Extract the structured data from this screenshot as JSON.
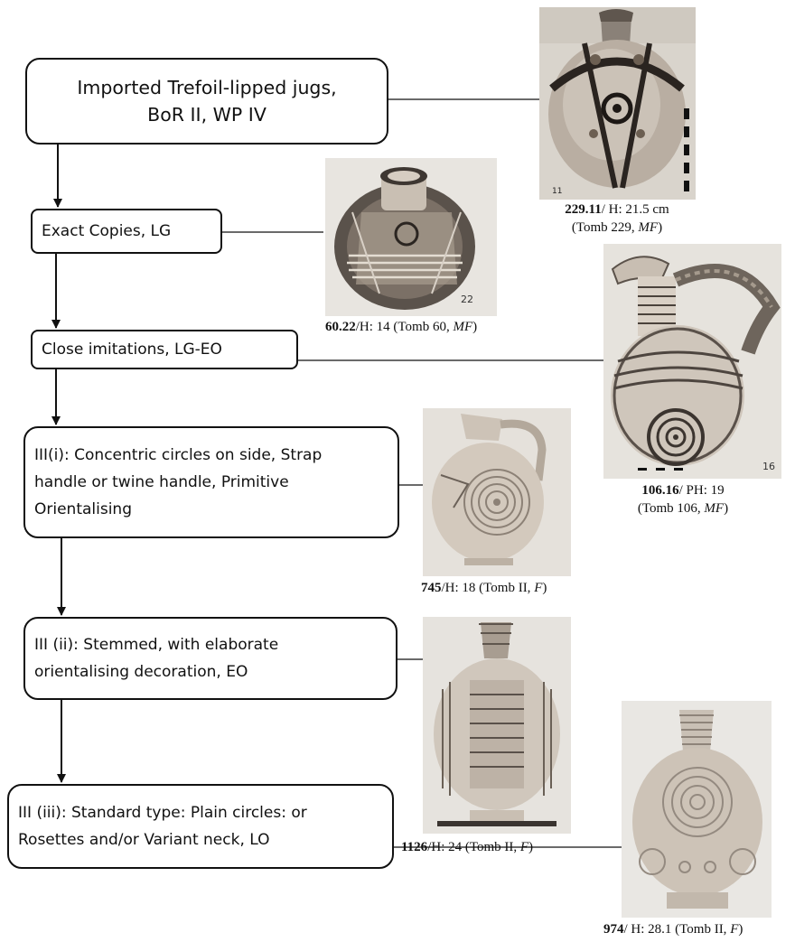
{
  "boxes": [
    {
      "lines": [
        "Imported Trefoil-lipped jugs,",
        "BoR II, WP IV"
      ]
    },
    {
      "lines": [
        "Exact Copies, LG"
      ]
    },
    {
      "lines": [
        "Close imitations, LG-EO"
      ]
    },
    {
      "lines": [
        "III(i): Concentric circles on side, Strap",
        "handle or twine handle, Primitive",
        "Orientalising"
      ]
    },
    {
      "lines": [
        "III (ii): Stemmed, with elaborate",
        "orientalising decoration, EO"
      ]
    },
    {
      "lines": [
        "III (iii): Standard type: Plain circles:  or",
        "Rosettes and/or Variant neck, LO"
      ]
    }
  ],
  "photos": {
    "p229": {
      "number_label": "11"
    },
    "p60": {
      "number_label": "22"
    },
    "p106": {
      "number_label": "16"
    }
  },
  "captions": {
    "c229": {
      "id": "229.11",
      "rest": "/ H: 21.5 cm",
      "line2_pre": "(Tomb 229, ",
      "line2_ital": "MF",
      "line2_post": ")"
    },
    "c60": {
      "id": "60.22",
      "rest": "/H: 14 (Tomb 60, ",
      "ital": "MF",
      "post": ")"
    },
    "c106": {
      "id": "106.16",
      "rest": "/ PH: 19",
      "line2_pre": "(Tomb 106, ",
      "line2_ital": "MF",
      "line2_post": ")"
    },
    "c745": {
      "id": "745",
      "rest": "/H: 18 (Tomb II, ",
      "ital": "F",
      "post": ")"
    },
    "c1126": {
      "id": "1126",
      "rest": "/H: 24 (Tomb II, ",
      "ital": "F",
      "post": ")"
    },
    "c974": {
      "id": "974",
      "rest": "/ H: 28.1 (Tomb II, ",
      "ital": "F",
      "post": ")"
    }
  }
}
